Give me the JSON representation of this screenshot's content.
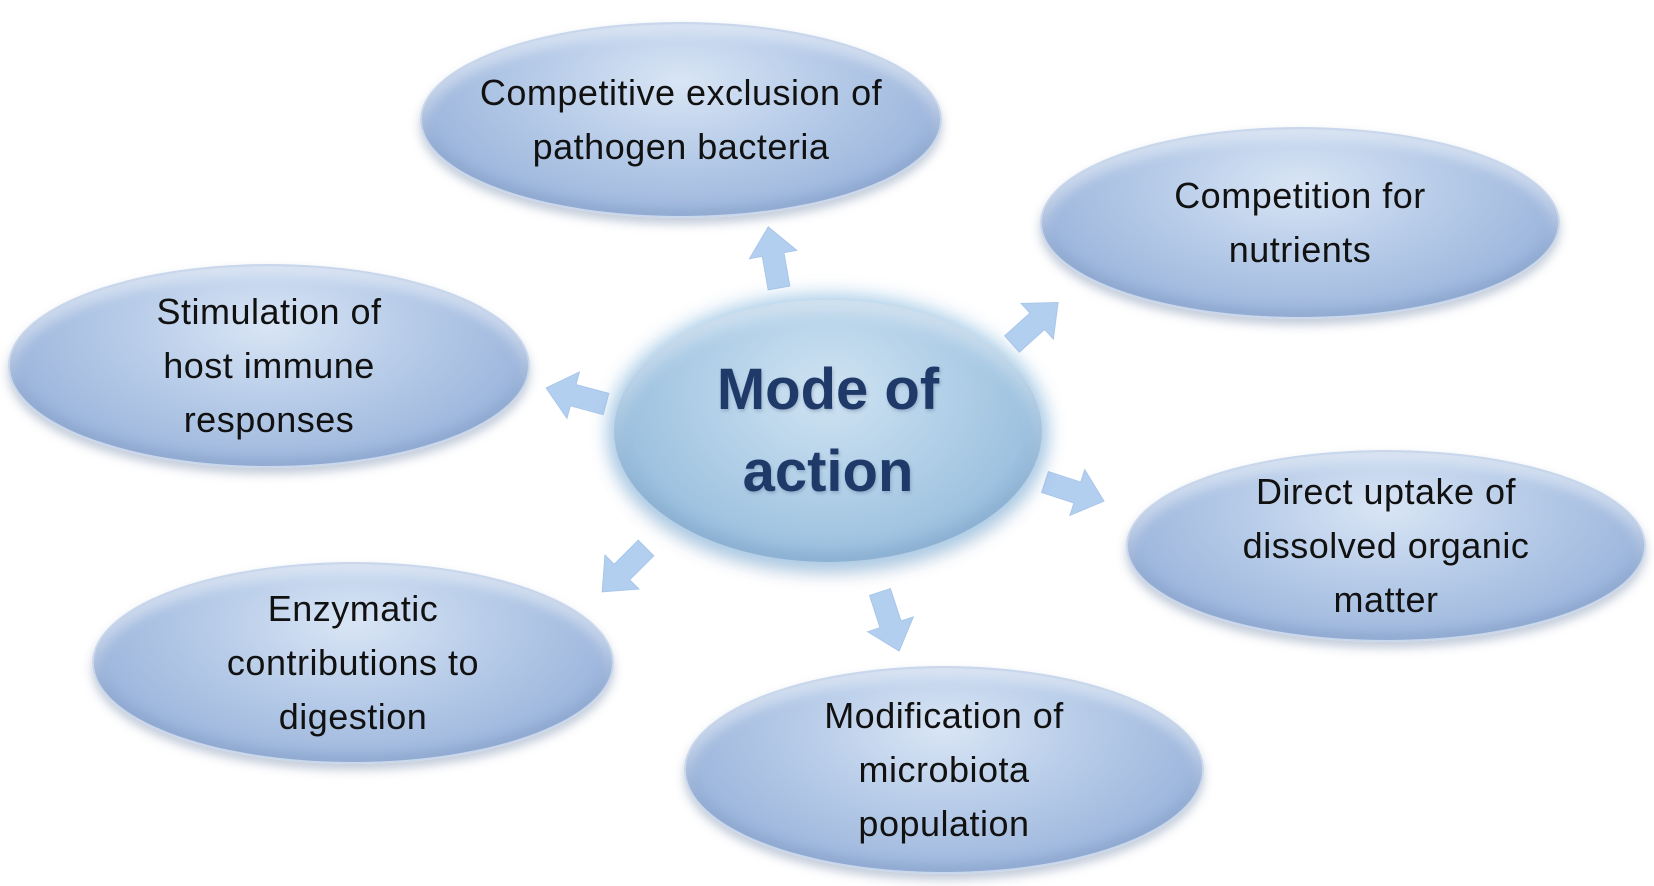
{
  "center": {
    "label": "Mode of action"
  },
  "nodes": [
    {
      "label": "Competitive exclusion of pathogen bacteria"
    },
    {
      "label": "Competition for nutrients"
    },
    {
      "label": "Direct uptake of dissolved organic matter"
    },
    {
      "label": "Modification of microbiota population"
    },
    {
      "label": "Enzymatic contributions to digestion"
    },
    {
      "label": "Stimulation of host immune responses"
    }
  ],
  "colors": {
    "ellipse_fill": "#a7bfe2",
    "center_fill": "#9fc4e0",
    "center_text": "#1f3a68",
    "arrow": "#b3cff0",
    "text": "#111111"
  }
}
